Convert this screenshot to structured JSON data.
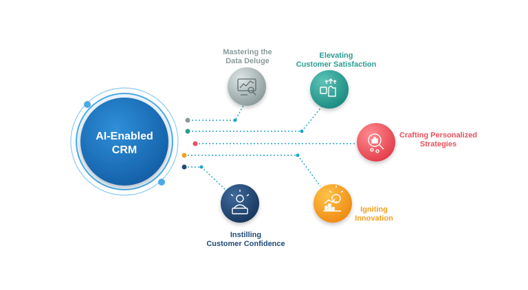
{
  "center": {
    "title_line1": "AI-Enabled",
    "title_line2": "CRM"
  },
  "nodes": [
    {
      "id": "mastering",
      "line1": "Mastering the",
      "line2": "Data Deluge",
      "color": "#8a9a9a",
      "icon": "data-analytics-icon"
    },
    {
      "id": "elevating",
      "line1": "Elevating",
      "line2": "Customer Satisfaction",
      "color": "#2a9c92",
      "icon": "customer-satisfaction-icon"
    },
    {
      "id": "crafting",
      "line1": "Crafting Personalized",
      "line2": "Strategies",
      "color": "#e8505b",
      "icon": "personalized-strategy-icon"
    },
    {
      "id": "igniting",
      "line1": "Igniting",
      "line2": "Innovation",
      "color": "#f29f1d",
      "icon": "innovation-bulb-icon"
    },
    {
      "id": "instilling",
      "line1": "Instilling",
      "line2": "Customer Confidence",
      "color": "#1f4978",
      "icon": "customer-confidence-icon"
    }
  ],
  "colors": {
    "hub": "#1e73be",
    "hub_ring": "#4ba9e6",
    "connector": "#1fa3c9"
  }
}
